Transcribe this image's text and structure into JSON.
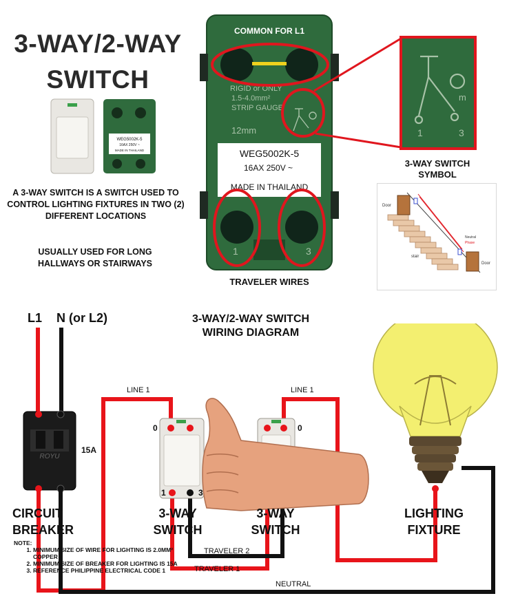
{
  "header": {
    "title_line1": "3-WAY/2-WAY",
    "title_line2": "SWITCH",
    "description": "A 3-WAY SWITCH IS A SWITCH USED TO CONTROL LIGHTING FIXTURES IN TWO (2) DIFFERENT LOCATIONS",
    "usage": "USUALLY USED FOR LONG HALLWAYS OR STAIRWAYS"
  },
  "switch_photo": {
    "common_label": "COMMON FOR L1",
    "traveler_label": "TRAVELER WIRES",
    "model": "WEG5002K-5",
    "rating": "16AX 250V ~",
    "origin": "MADE IN THAILAND",
    "strip_line1": "RIGID or ONLY",
    "strip_line2": "1.5-4.0mm²",
    "strip_line3": "STRIP GAUGE",
    "strip_line4": "12mm",
    "terminal_1": "1",
    "terminal_3": "3"
  },
  "symbol": {
    "caption_line1": "3-WAY SWITCH",
    "caption_line2": "SYMBOL"
  },
  "stair_diagram": {
    "door_top": "Door",
    "door_bottom": "Door",
    "stair": "stair",
    "neutral": "Neutral",
    "phase": "Phase"
  },
  "wiring": {
    "title_line1": "3-WAY/2-WAY SWITCH",
    "title_line2": "WIRING DIAGRAM",
    "l1": "L1",
    "n": "N (or L2)",
    "breaker_rating": "15A",
    "breaker_brand": "ROYU",
    "line1_left": "LINE 1",
    "line1_right": "LINE 1",
    "traveler1": "TRAVELER 1",
    "traveler2": "TRAVELER 2",
    "neutral": "NEUTRAL",
    "sw1_t0": "0",
    "sw1_t1": "1",
    "sw1_t3": "3",
    "sw2_t0": "0",
    "circuit_breaker_line1": "CIRCUIT",
    "circuit_breaker_line2": "BREAKER",
    "switch1_line1": "3-WAY",
    "switch1_line2": "SWITCH",
    "switch2_line1": "3-WAY",
    "switch2_line2": "SWITCH",
    "fixture_line1": "LIGHTING",
    "fixture_line2": "FIXTURE"
  },
  "notes": {
    "heading": "NOTE:",
    "items": [
      "MINIMUM SIZE OF WIRE FOR LIGHTING IS 2.0MM² COPPER",
      "MINIMUM SIZE OF BREAKER FOR LIGHTING IS 15A",
      "REFERENCE PHILIPPINE ELECTRICAL CODE 1"
    ]
  },
  "colors": {
    "live_wire": "#e8141a",
    "neutral_wire": "#111111",
    "highlight": "#e0161e",
    "switch_body": "#2f6b3d",
    "bulb_glass": "#f6f37a"
  }
}
